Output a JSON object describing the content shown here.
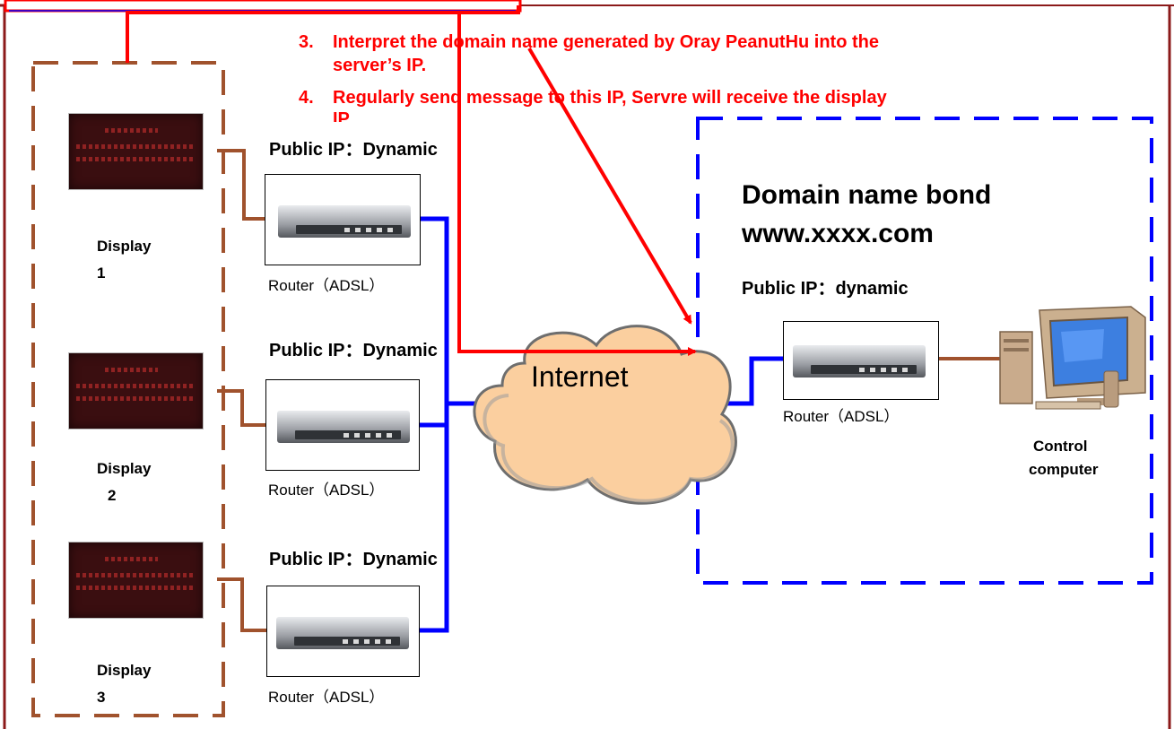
{
  "annotation": {
    "step3_number": "3.",
    "step3_line1": "Interpret the domain name generated by Oray PeanutHu into the",
    "step3_line2": "server’s IP.",
    "step4_number": "4.",
    "step4_line1": "Regularly send message to this IP, Servre will receive the display",
    "step4_line2": "IP"
  },
  "displays": [
    {
      "line1": "Display",
      "line2": "1"
    },
    {
      "line1": "Display",
      "line2": "2"
    },
    {
      "line1": "Display",
      "line2": "3"
    }
  ],
  "client_routers": [
    {
      "ip_label": "Public IP：Dynamic",
      "router_label": "Router（ADSL）"
    },
    {
      "ip_label": "Public IP：Dynamic",
      "router_label": "Router（ADSL）"
    },
    {
      "ip_label": "Public IP：Dynamic",
      "router_label": "Router（ADSL）"
    }
  ],
  "internet_label": "Internet",
  "server": {
    "domain_line1": "Domain name bond",
    "domain_line2": "www.xxxx.com",
    "ip_label": "Public IP：dynamic",
    "router_label": "Router（ADSL）",
    "computer_line1": "Control",
    "computer_line2": "computer"
  },
  "colors": {
    "frame": "#8b1a1a",
    "display_group_border": "#a0522d",
    "server_group_border": "#0000ff",
    "network_line": "#0000ff",
    "client_link": "#a0522d",
    "annotation": "#ff0000",
    "cloud_fill": "#fbcf9f"
  },
  "icons": [
    "led-display-icon",
    "router-icon",
    "internet-cloud-icon",
    "desktop-computer-icon"
  ]
}
